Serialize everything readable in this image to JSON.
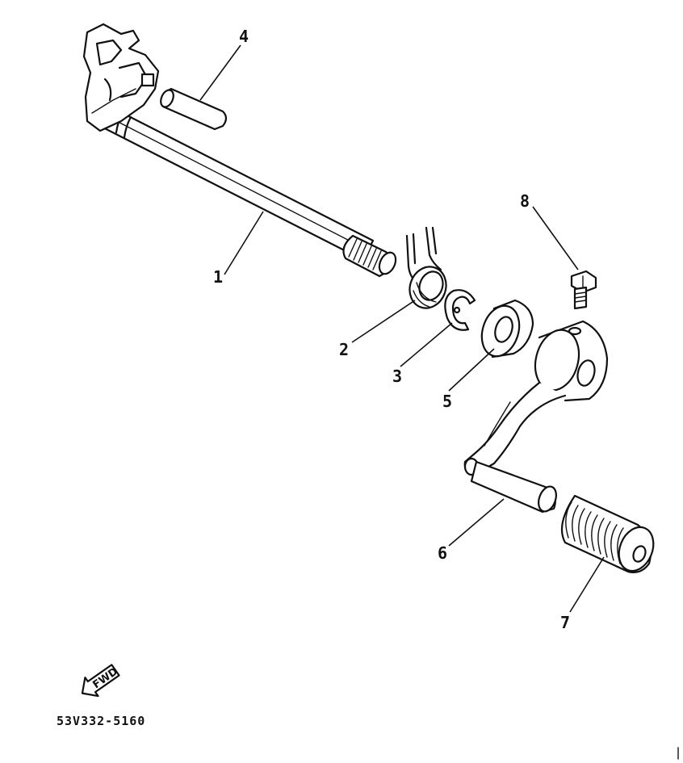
{
  "callouts": [
    {
      "id": "1",
      "label": "1"
    },
    {
      "id": "2",
      "label": "2"
    },
    {
      "id": "3",
      "label": "3"
    },
    {
      "id": "4",
      "label": "4"
    },
    {
      "id": "5",
      "label": "5"
    },
    {
      "id": "6",
      "label": "6"
    },
    {
      "id": "7",
      "label": "7"
    },
    {
      "id": "8",
      "label": "8"
    }
  ],
  "fwd_label": "FWD",
  "part_code": "53V332-5160",
  "colors": {
    "ink": "#111111",
    "background": "#ffffff"
  }
}
